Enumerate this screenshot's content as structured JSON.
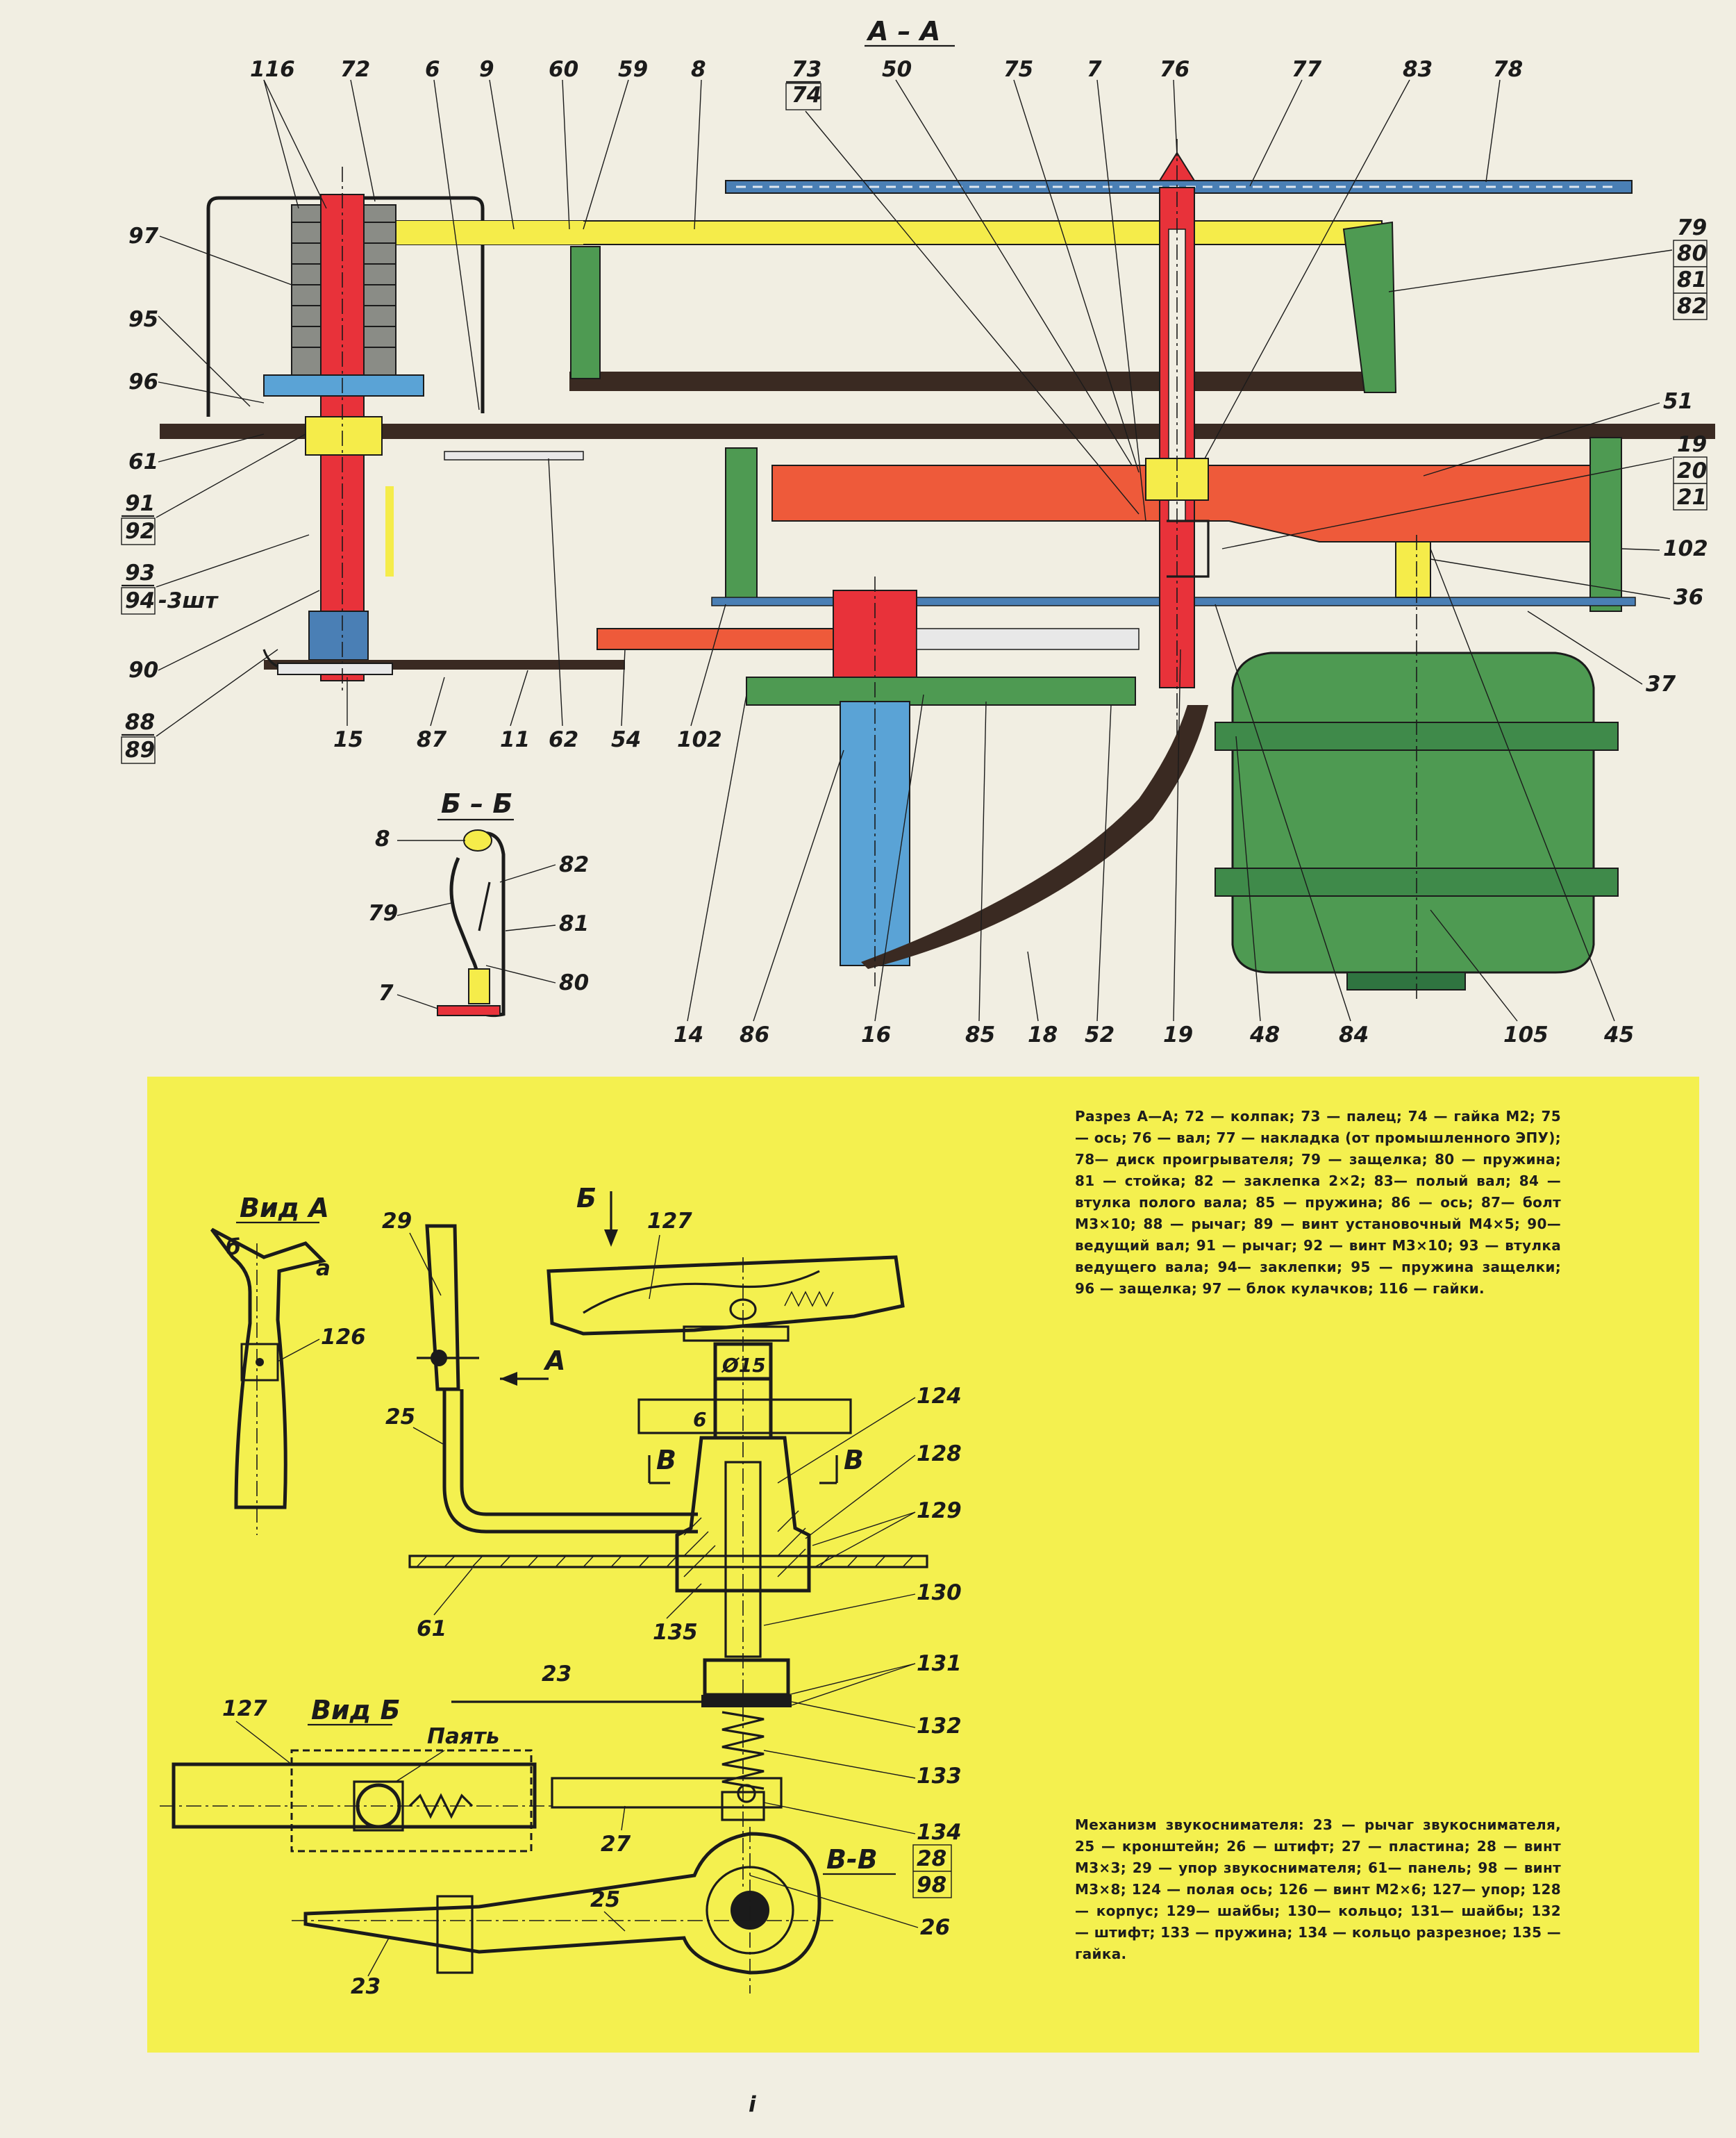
{
  "sections": {
    "aa": "А – А",
    "bb": "Б – Б",
    "vid_a": "Вид А",
    "vid_b": "Вид Б",
    "vv": "В-В",
    "arrow_a": "А",
    "arrow_b": "Б",
    "arrow_v": "В"
  },
  "annotations": {
    "pyat": "Паять",
    "sht": "-3шт",
    "dim_15": "Ø15",
    "dim_6": "6",
    "a_small": "а",
    "b_small": "б"
  },
  "labels_aa": [
    "116",
    "72",
    "6",
    "9",
    "60",
    "59",
    "8",
    "73",
    "74",
    "50",
    "75",
    "7",
    "76",
    "77",
    "83",
    "78",
    "97",
    "95",
    "96",
    "61",
    "91",
    "92",
    "93",
    "94",
    "90",
    "88",
    "89",
    "79",
    "80",
    "81",
    "82",
    "51",
    "19",
    "20",
    "21",
    "102",
    "36",
    "37",
    "15",
    "87",
    "11",
    "62",
    "54",
    "102",
    "14",
    "86",
    "16",
    "85",
    "18",
    "52",
    "19",
    "48",
    "84",
    "105",
    "45"
  ],
  "labels_bb": [
    "8",
    "82",
    "79",
    "81",
    "7",
    "80"
  ],
  "labels_pickup": [
    "127",
    "29",
    "126",
    "25",
    "124",
    "128",
    "129",
    "61",
    "135",
    "130",
    "23",
    "131",
    "132",
    "127",
    "133",
    "27",
    "134",
    "28",
    "98",
    "25",
    "26",
    "23"
  ],
  "legend_aa": "Разрез А—А; 72 — колпак; 73 — палец; 74 — гайка М2; 75— ось; 76 — вал; 77 — накладка (от промышленного ЭПУ); 78— диск проигрывателя; 79 — защелка; 80 — пружина; 81 — стойка; 82 — заклепка 2×2; 83— полый вал; 84 — втулка полого вала; 85 — пружина; 86 — ось; 87— болт М3×10; 88 — рычаг; 89 — винт установочный М4×5; 90— ведущий вал; 91 — рычаг; 92 — винт М3×10; 93 — втулка ведущего вала; 94— заклепки; 95 — пружина защелки; 96 — защелка; 97 — блок кулачков; 116 — гайки.",
  "legend_pickup": "Механизм звукоснимателя: 23 — рычаг звукоснимателя, 25 — кронштейн; 26 — штифт; 27 — пластина; 28 — винт М3×3; 29 — упор звукоснимателя; 61— панель; 98 — винт М3×8; 124 — полая ось; 126 — винт М2×6; 127— упор; 128 — корпус; 129— шайбы; 130— кольцо; 131— шайбы; 132 — штифт; 133 — пружина; 134 — кольцо разрезное; 135 — гайка.",
  "colors": {
    "red": "#e8323a",
    "orange_red": "#ee5a3a",
    "yellow": "#f5ec4a",
    "green": "#4e9a52",
    "dark_green": "#2f7440",
    "blue": "#4a7fb5",
    "light_blue": "#5aa3d6",
    "dark_brown": "#3a2a22",
    "page_yellow": "#f4f04f",
    "paper": "#f1eee2"
  }
}
